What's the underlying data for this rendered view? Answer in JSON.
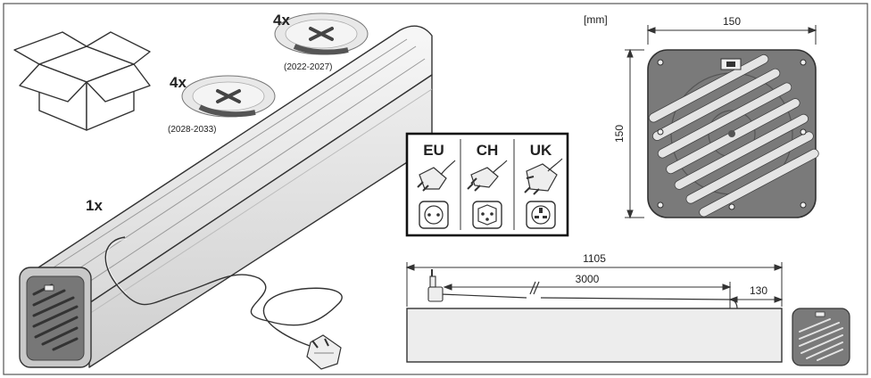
{
  "contents": {
    "box_label": "",
    "stickers_upper": {
      "qty": "4x",
      "period": "(2022-2027)"
    },
    "stickers_lower": {
      "qty": "4x",
      "period": "(2028-2033)"
    },
    "unit_qty": "1x"
  },
  "plugs": {
    "regions": [
      "EU",
      "CH",
      "UK"
    ]
  },
  "end_view": {
    "unit": "[mm]",
    "width": "150",
    "height": "150"
  },
  "side_view": {
    "length": "1105",
    "cable": "3000",
    "offset": "130"
  },
  "colors": {
    "outline": "#333333",
    "housing": "#ededed",
    "grille": "#7a7a7a",
    "slot": "#555555"
  }
}
